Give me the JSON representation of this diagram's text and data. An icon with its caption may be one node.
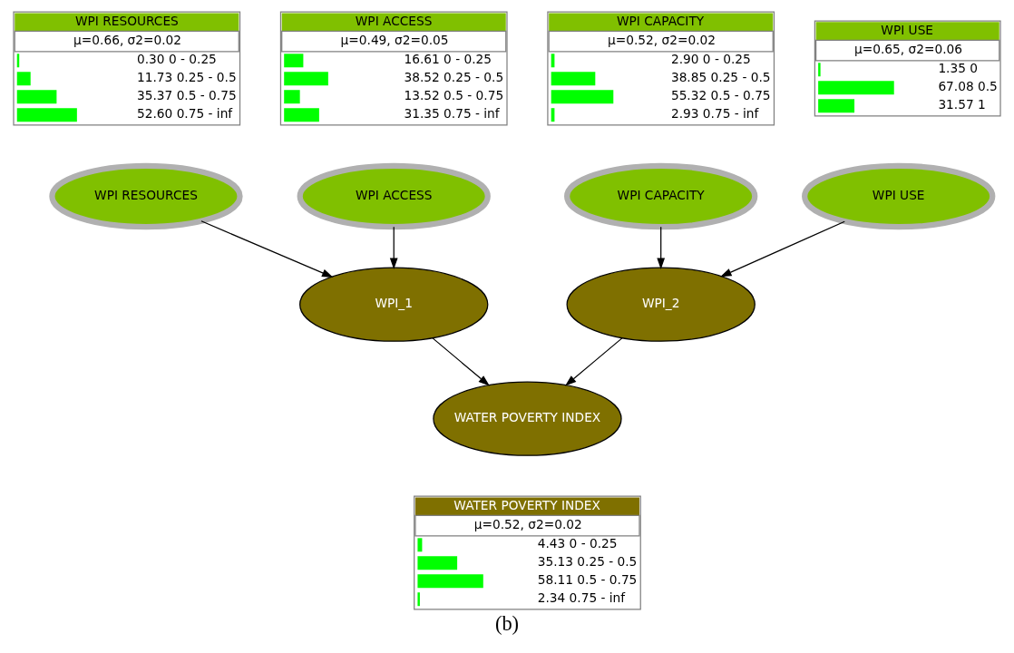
{
  "diagram": {
    "caption": "(b)",
    "nodes": [
      {
        "text": [
          "WPI RESOURCES",
          "μ=0.66, σ2=0.02",
          "0.30 0 - 0.25",
          "11.73 0.25 - 0.5",
          "35.37 0.5 - 0.75",
          "52.60 0.75 - inf"
        ]
      },
      {
        "text": [
          "WPI ACCESS",
          "μ=0.49, σ2=0.05",
          "16.61 0 - 0.25",
          "38.52 0.25 - 0.5",
          "13.52 0.5 - 0.75",
          "31.35 0.75 - inf"
        ]
      },
      {
        "text": [
          "WPI CAPACITY",
          "μ=0.52, σ2=0.02",
          "2.90 0 - 0.25",
          "38.85 0.25 - 0.5",
          "55.32 0.5 - 0.75",
          "2.93 0.75 - inf"
        ]
      },
      {
        "text": [
          "WPI USE",
          "μ=0.65, σ2=0.06",
          "1.35 0",
          "67.08 0.5",
          "31.57 1"
        ]
      },
      {
        "text": [
          "WPI RESOURCES"
        ]
      },
      {
        "text": [
          "WPI ACCESS"
        ]
      },
      {
        "text": [
          "WPI CAPACITY"
        ]
      },
      {
        "text": [
          "WPI USE"
        ]
      },
      {
        "text": [
          "WPI_1"
        ]
      },
      {
        "text": [
          "WPI_2"
        ]
      },
      {
        "text": [
          "WATER POVERTY INDEX"
        ]
      },
      {
        "text": [
          "WATER POVERTY INDEX",
          "μ=0.52, σ2=0.02",
          "4.43 0 - 0.25",
          "35.13 0.25 - 0.5",
          "58.11 0.5 - 0.75",
          "2.34 0.75 - inf"
        ]
      }
    ],
    "edges": [
      {
        "from": 4,
        "to": 8,
        "arrow": "to"
      },
      {
        "from": 5,
        "to": 8,
        "arrow": "to"
      },
      {
        "from": 6,
        "to": 9,
        "arrow": "to"
      },
      {
        "from": 7,
        "to": 9,
        "arrow": "to"
      },
      {
        "from": 8,
        "to": 10,
        "arrow": "to"
      },
      {
        "from": 9,
        "to": 10,
        "arrow": "to"
      }
    ]
  }
}
